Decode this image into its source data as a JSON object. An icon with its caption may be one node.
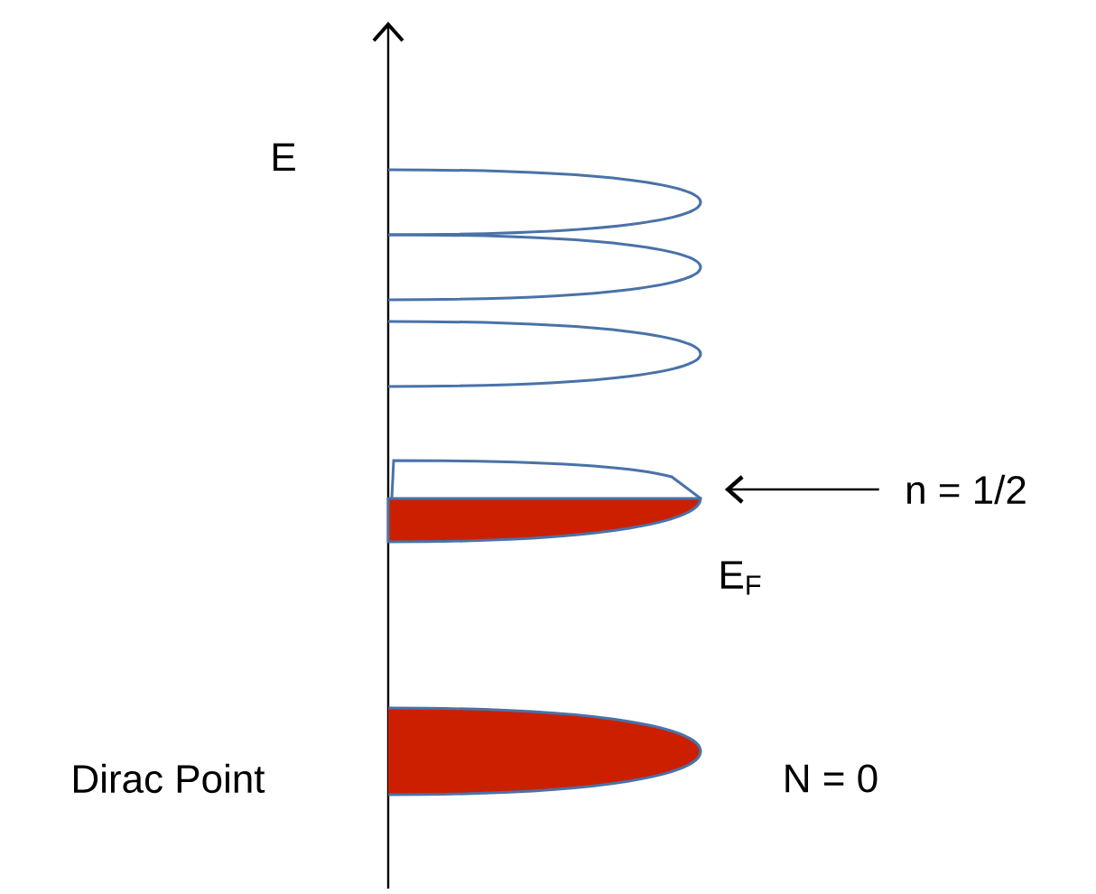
{
  "diagram": {
    "nodes": [
      {
        "text": [
          "n = 1/2"
        ]
      },
      {
        "text": [],
        "shape": "box"
      }
    ],
    "edges": [
      {
        "from": 0,
        "to": 1,
        "arrow": "to"
      }
    ],
    "labels": [
      "E",
      "E$_{F}$",
      "Dirac Point",
      "N = 0"
    ]
  }
}
